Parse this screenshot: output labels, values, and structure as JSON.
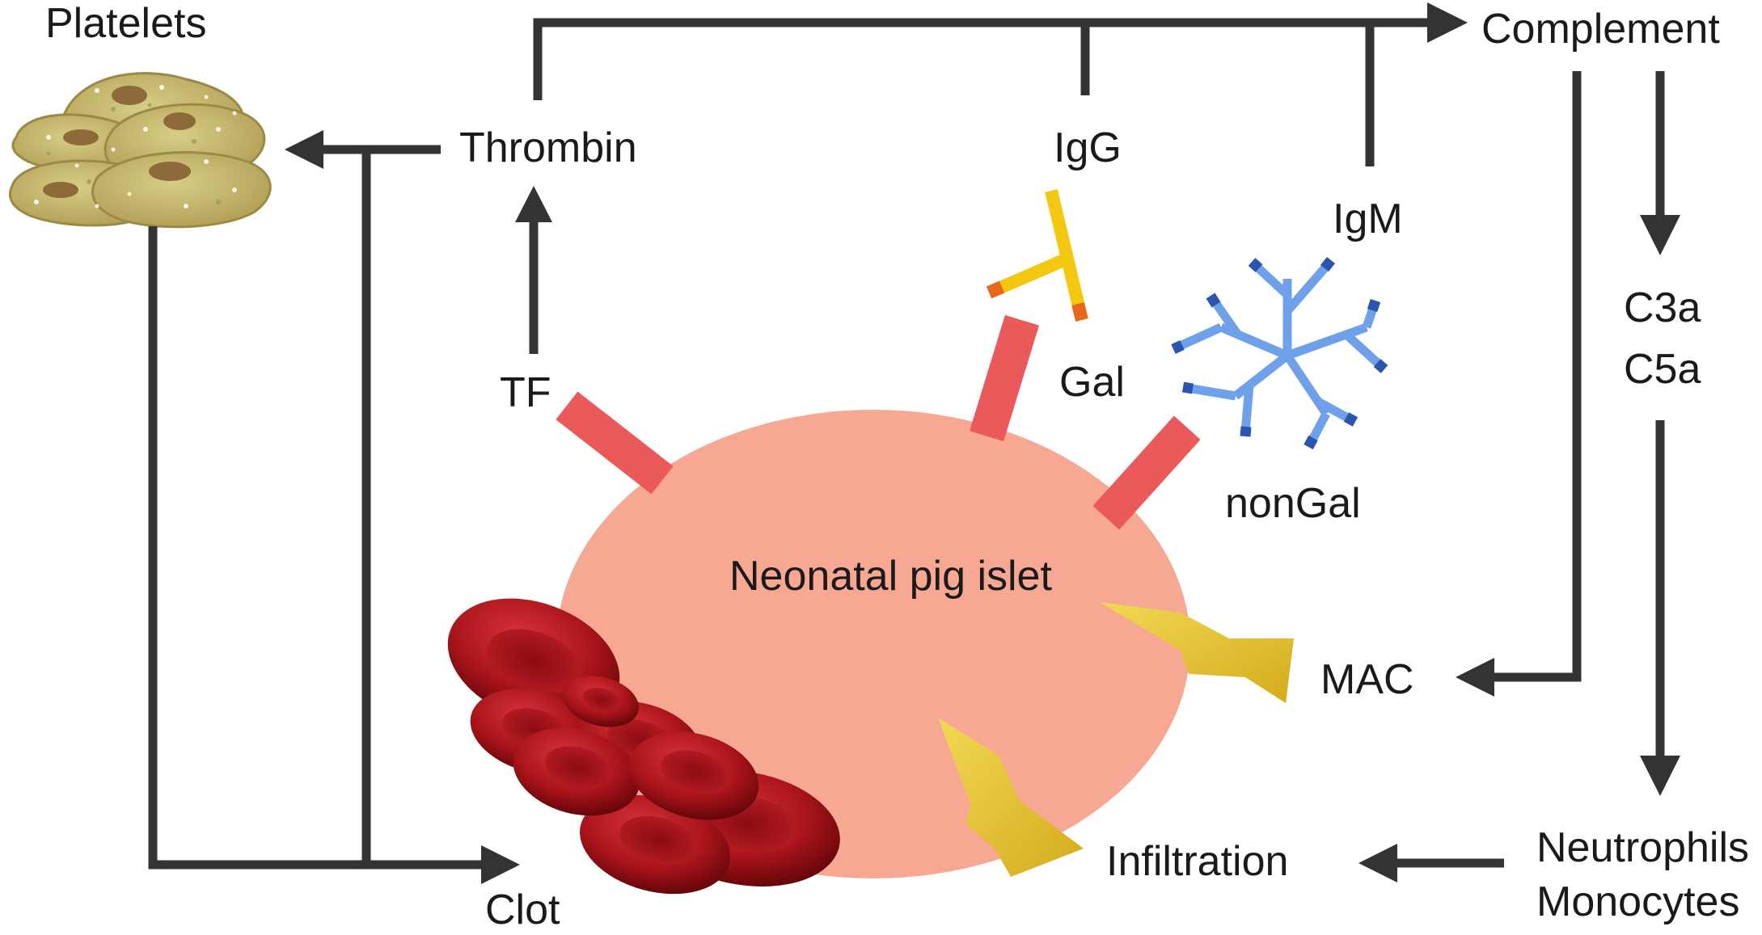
{
  "labels": {
    "platelets": "Platelets",
    "thrombin": "Thrombin",
    "igg": "IgG",
    "igm": "IgM",
    "complement": "Complement",
    "tf": "TF",
    "gal": "Gal",
    "nongal": "nonGal",
    "c3a": "C3a",
    "c5a": "C5a",
    "islet": "Neonatal pig islet",
    "mac": "MAC",
    "infiltration": "Infiltration",
    "neutrophils": "Neutrophils",
    "monocytes": "Monocytes",
    "clot": "Clot"
  },
  "colors": {
    "arrow": "#333333",
    "islet": "#f6a892",
    "receptor": "#ea5a5a",
    "igg": "#f2c811",
    "igg_tip": "#e8671a",
    "igm": "#6fa1ea",
    "igm_tip": "#2b56b0",
    "bolt": "#e6c22c",
    "rbc": "#a8141a",
    "platelet": "#c9c070"
  }
}
